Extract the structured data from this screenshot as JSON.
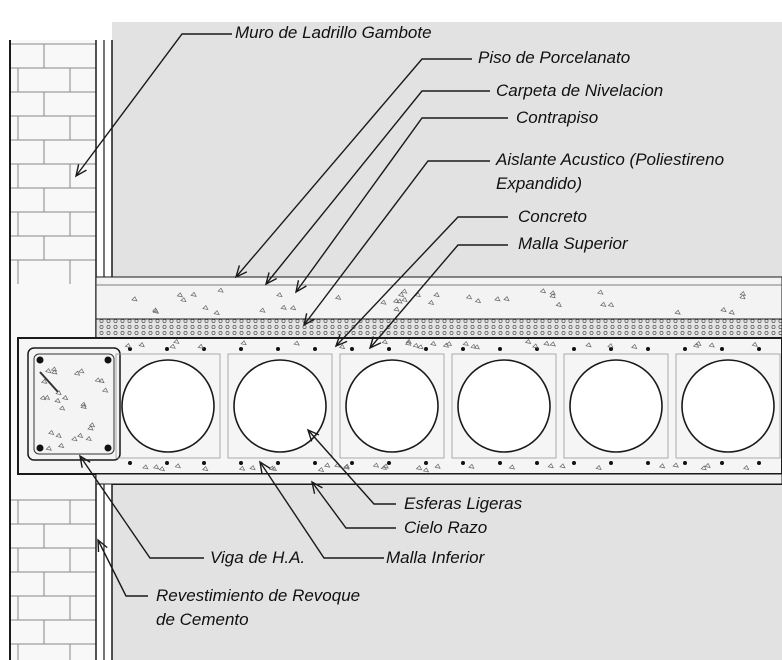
{
  "labels": {
    "muro": "Muro de Ladrillo Gambote",
    "piso": "Piso de Porcelanato",
    "carpeta": "Carpeta de Nivelacion",
    "contrapiso": "Contrapiso",
    "aislante_line1": "Aislante Acustico (Poliestireno",
    "aislante_line2": "Expandido)",
    "concreto": "Concreto",
    "malla_superior": "Malla Superior",
    "esferas": "Esferas Ligeras",
    "cielo": "Cielo Razo",
    "malla_inferior": "Malla Inferior",
    "viga": "Viga de H.A.",
    "revestimiento_line1": "Revestimiento de Revoque",
    "revestimiento_line2": "de Cemento"
  },
  "colors": {
    "background": "#ffffff",
    "room": "#e2e2e2",
    "brick": "#f7f7f7",
    "slab": "#f5f5f5",
    "insulation": "#dcdcdc",
    "line": "#1a1a1a"
  }
}
